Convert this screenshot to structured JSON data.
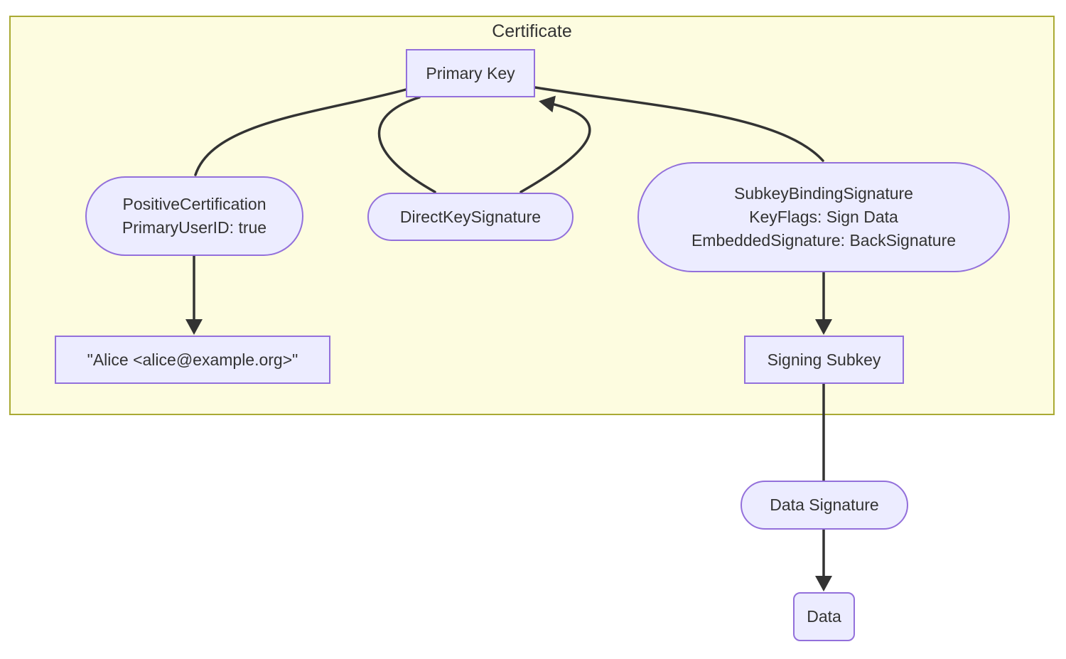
{
  "cluster": {
    "title": "Certificate",
    "fill": "#FDFCE0",
    "border": "#AAAA33"
  },
  "nodes": {
    "primary_key": {
      "label": "Primary Key",
      "shape": "rectangle"
    },
    "positive_certification": {
      "line1": "PositiveCertification",
      "line2": "PrimaryUserID: true",
      "shape": "stadium"
    },
    "direct_key_signature": {
      "label": "DirectKeySignature",
      "shape": "stadium"
    },
    "subkey_binding_signature": {
      "line1": "SubkeyBindingSignature",
      "line2": "KeyFlags: Sign Data",
      "line3": "EmbeddedSignature: BackSignature",
      "shape": "stadium"
    },
    "user_id": {
      "label": "\"Alice <alice@example.org>\"",
      "shape": "rectangle"
    },
    "signing_subkey": {
      "label": "Signing Subkey",
      "shape": "rectangle"
    },
    "data_signature": {
      "label": "Data Signature",
      "shape": "stadium"
    },
    "data": {
      "label": "Data",
      "shape": "rounded-rectangle"
    }
  },
  "edges": [
    {
      "from": "primary_key",
      "to": "positive_certification",
      "arrowhead": "none"
    },
    {
      "from": "positive_certification",
      "to": "user_id",
      "arrowhead": "end"
    },
    {
      "from": "primary_key",
      "to": "direct_key_signature",
      "arrowhead": "none"
    },
    {
      "from": "direct_key_signature",
      "to": "primary_key",
      "arrowhead": "end"
    },
    {
      "from": "primary_key",
      "to": "subkey_binding_signature",
      "arrowhead": "none"
    },
    {
      "from": "subkey_binding_signature",
      "to": "signing_subkey",
      "arrowhead": "end"
    },
    {
      "from": "signing_subkey",
      "to": "data_signature",
      "arrowhead": "none"
    },
    {
      "from": "data_signature",
      "to": "data",
      "arrowhead": "end"
    }
  ],
  "colors": {
    "node_fill": "#ECECFF",
    "node_border": "#9370DB",
    "cluster_fill": "#FDFCE0",
    "cluster_border": "#AAAA33",
    "edge": "#333333",
    "text": "#333333"
  }
}
